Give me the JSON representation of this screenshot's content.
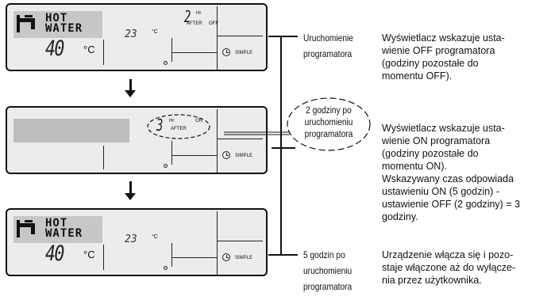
{
  "panels": [
    {
      "hot_water": [
        "HOT",
        "WATER"
      ],
      "big_temp": "40",
      "unit": "°C",
      "small_temp": "23",
      "small_unit": "°C",
      "timer_value": "2",
      "timer_hr": "Hr",
      "timer_after": "AFTER",
      "timer_state": "OFF",
      "simple": "SIMPLE"
    },
    {
      "timer_value": "3",
      "timer_hr": "Hr",
      "timer_after": "AFTER",
      "timer_state": "ON",
      "simple": "SIMPLE"
    },
    {
      "hot_water": [
        "HOT",
        "WATER"
      ],
      "big_temp": "40",
      "unit": "°C",
      "small_temp": "23",
      "small_unit": "°C",
      "simple": "SIMPLE"
    }
  ],
  "labels": {
    "start": [
      "Uruchomienie",
      "programatora"
    ],
    "two_hours": [
      "2 godziny po",
      "uruchomieniu",
      "programatora"
    ],
    "five_hours": [
      "5 godzin po",
      "uruchomieniu",
      "programatora"
    ]
  },
  "descriptions": {
    "first": "Wyświetlacz wskazuje usta-\nwienie OFF programatora\n(godziny pozostałe do\nmomentu OFF).",
    "second": "Wyświetlacz wskazuje usta-\nwienie ON programatora\n(godziny pozostałe do\nmomentu ON).\nWskazywany czas odpowiada\nustawieniu ON (5 godzin) -\nustawienie OFF (2 godziny) = 3\ngodziny.",
    "third": "Urządzenie włącza się i pozo-\nstaje włączone aż do wyłącze-\nnia przez użytkownika."
  }
}
